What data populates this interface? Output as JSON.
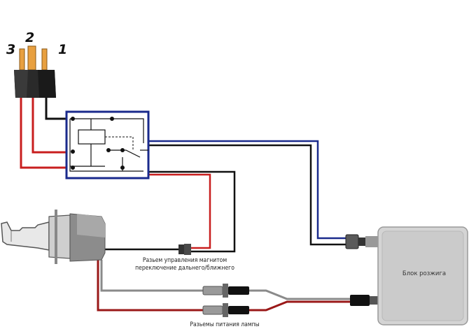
{
  "pins": {
    "pin3": "3",
    "pin2": "2",
    "pin1": "1"
  },
  "labels": {
    "magnet_connector_line1": "Разьем управления магнитом",
    "magnet_connector_line2": "переключение дальнего/ближнего",
    "ignition_block": "Блок розжига",
    "lamp_power_connectors": "Разьемы питания лампы"
  },
  "colors": {
    "wire_black": "#111111",
    "wire_red": "#c81e1e",
    "wire_blue": "#1a2a8c",
    "wire_gray": "#8a8a8a",
    "relay_border": "#1a2a8c",
    "ballast_body": "#d4d4d4"
  }
}
